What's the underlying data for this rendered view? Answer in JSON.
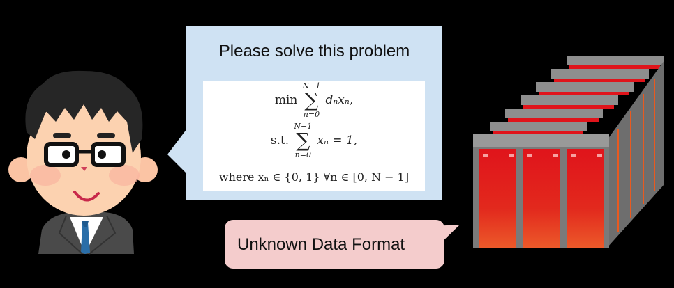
{
  "request_bubble": {
    "title": "Please solve this problem",
    "background": "#cfe2f3",
    "formula": {
      "line1": {
        "operator": "min",
        "sum_upper": "N−1",
        "sum_lower": "n=0",
        "body": "dₙxₙ,"
      },
      "line2": {
        "operator": "s.t.",
        "sum_upper": "N−1",
        "sum_lower": "n=0",
        "body": "xₙ = 1,"
      },
      "line3": "where xₙ ∈ {0, 1} ∀n ∈ [0, N − 1]"
    }
  },
  "response_bubble": {
    "text": "Unknown Data Format",
    "background": "#f4cccc"
  },
  "person": {
    "label": "person-with-glasses-illustration"
  },
  "supercomputer": {
    "label": "supercomputer-racks-illustration",
    "accent": "#e0141b"
  }
}
